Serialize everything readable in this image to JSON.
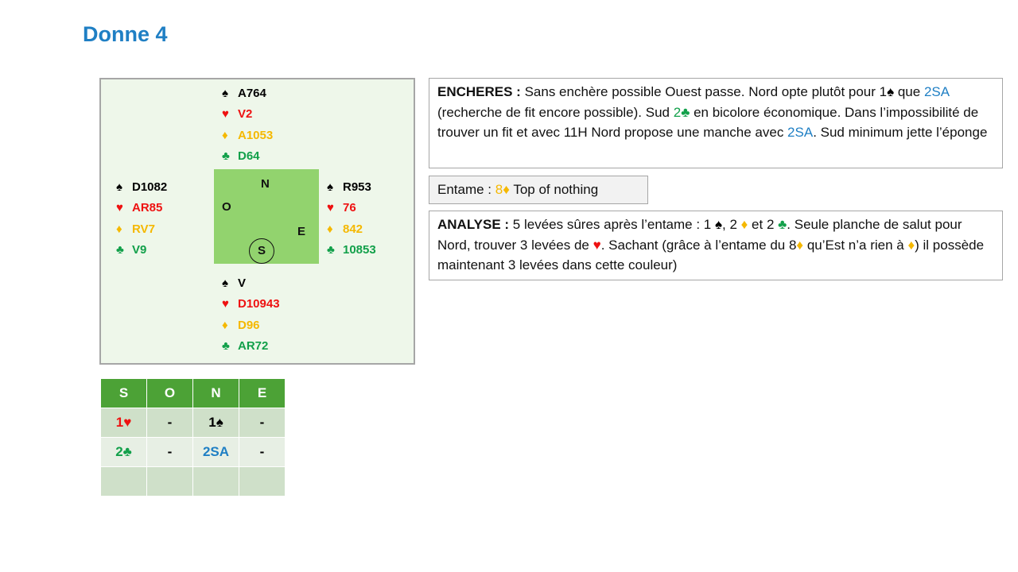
{
  "title": "Donne 4",
  "suit_symbols": {
    "spade": "♠",
    "heart": "♥",
    "diamond": "♦",
    "club": "♣"
  },
  "colors": {
    "spade": "#000000",
    "heart": "#ee1111",
    "diamond": "#f5b800",
    "club": "#12a04a",
    "accent": "#1f7fc4",
    "compass": "#92d36e"
  },
  "hands": {
    "north": {
      "spades": "A764",
      "hearts": "V2",
      "diamonds": "A1053",
      "clubs": "D64"
    },
    "west": {
      "spades": "D1082",
      "hearts": "AR85",
      "diamonds": "RV7",
      "clubs": "V9"
    },
    "east": {
      "spades": "R953",
      "hearts": "76",
      "diamonds": "842",
      "clubs": "10853"
    },
    "south": {
      "spades": "V",
      "hearts": "D10943",
      "diamonds": "D96",
      "clubs": "AR72"
    }
  },
  "compass": {
    "n": "N",
    "o": "O",
    "e": "E",
    "s": "S"
  },
  "bidding": {
    "headers": [
      "S",
      "O",
      "N",
      "E"
    ],
    "rows": [
      {
        "s_level": "1",
        "s_suit": "♥",
        "o": "-",
        "n_level": "1",
        "n_suit": "♠",
        "e": "-"
      },
      {
        "s_level": "2",
        "s_suit": "♣",
        "o": "-",
        "n": "2SA",
        "e": "-"
      }
    ]
  },
  "encheres": {
    "label": "ENCHERES :",
    "p1": " Sans enchère possible Ouest passe. Nord opte plutôt pour 1",
    "p1_suit": "♠",
    "p2": " que ",
    "p2_bid": "2SA",
    "p3": " (recherche de fit encore possible). Sud ",
    "p3_bid_level": "2",
    "p3_bid_suit": "♣",
    "p4": " en bicolore économique. Dans l’impossibilité de trouver un fit et avec 11H Nord propose une manche avec ",
    "p4_bid": "2SA",
    "p5": ". Sud minimum jette l’éponge"
  },
  "entame": {
    "label": "Entame : ",
    "card_rank": "8",
    "card_suit": "♦",
    "text": " Top of nothing"
  },
  "analyse": {
    "label": "ANALYSE :",
    "p1": " 5 levées sûres après l’entame : 1 ",
    "s1": "♠",
    "p2": ", 2 ",
    "s2": "♦",
    "p3": " et 2 ",
    "s3": "♣",
    "p4": ". Seule planche de salut pour Nord, trouver 3 levées de ",
    "s4": "♥",
    "p5": ". Sachant (grâce à l’entame du 8",
    "s5": "♦",
    "p6": " qu’Est n’a rien à ",
    "s6": "♦",
    "p7": ") il possède maintenant 3 levées dans cette couleur)"
  }
}
